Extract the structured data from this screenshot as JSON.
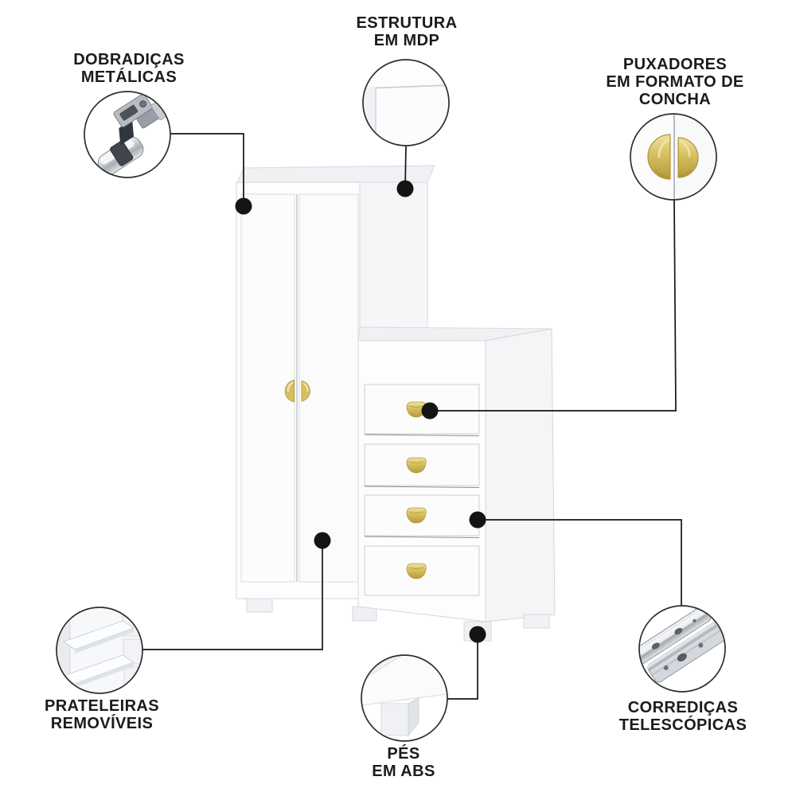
{
  "colors": {
    "background": "#ffffff",
    "text": "#1b1b1b",
    "line": "#141414",
    "circle_stroke": "#2d2d2d",
    "gold": "#d5bf5e",
    "gold_dark": "#b1953a",
    "furniture_white": "#fdfdfe",
    "furniture_outline": "#d3d6da"
  },
  "callouts": {
    "dobradicas": {
      "lines": [
        "DOBRADIÇAS",
        "METÁLICAS"
      ],
      "icon": "hinge-icon"
    },
    "estrutura": {
      "lines": [
        "ESTRUTURA",
        "EM MDP"
      ],
      "icon": "panel-corner-icon"
    },
    "puxadores": {
      "lines": [
        "PUXADORES",
        "EM FORMATO DE",
        "CONCHA"
      ],
      "icon": "shell-handles-icon"
    },
    "prateleiras": {
      "lines": [
        "PRATELEIRAS",
        "REMOVÍVEIS"
      ],
      "icon": "shelves-icon"
    },
    "pes": {
      "lines": [
        "PÉS",
        "EM ABS"
      ],
      "icon": "abs-foot-icon"
    },
    "corredicas": {
      "lines": [
        "CORREDIÇAS",
        "TELESCÓPICAS"
      ],
      "icon": "telescopic-slides-icon"
    }
  }
}
